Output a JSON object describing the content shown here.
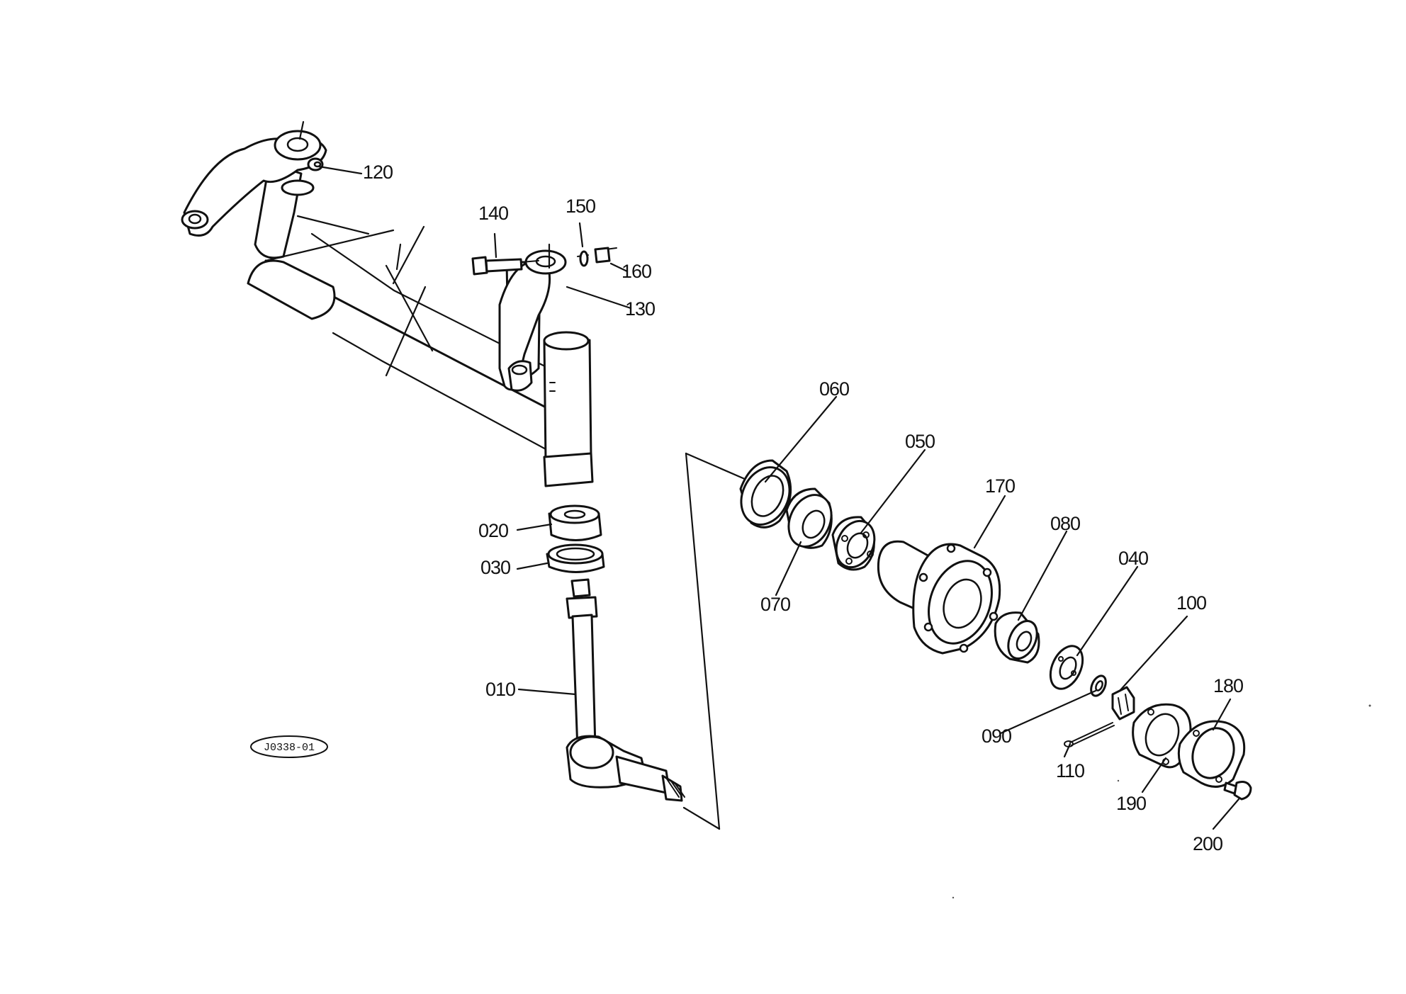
{
  "drawing_code": "J0338-01",
  "callouts": [
    {
      "id": "p010",
      "label": "010"
    },
    {
      "id": "p020",
      "label": "020"
    },
    {
      "id": "p030",
      "label": "030"
    },
    {
      "id": "p040",
      "label": "040"
    },
    {
      "id": "p050",
      "label": "050"
    },
    {
      "id": "p060",
      "label": "060"
    },
    {
      "id": "p070",
      "label": "070"
    },
    {
      "id": "p080",
      "label": "080"
    },
    {
      "id": "p090",
      "label": "090"
    },
    {
      "id": "p100",
      "label": "100"
    },
    {
      "id": "p110",
      "label": "110"
    },
    {
      "id": "p120",
      "label": "120"
    },
    {
      "id": "p130",
      "label": "130"
    },
    {
      "id": "p140",
      "label": "140"
    },
    {
      "id": "p150",
      "label": "150"
    },
    {
      "id": "p160",
      "label": "160"
    },
    {
      "id": "p170",
      "label": "170"
    },
    {
      "id": "p180",
      "label": "180"
    },
    {
      "id": "p190",
      "label": "190"
    },
    {
      "id": "p200",
      "label": "200"
    }
  ]
}
